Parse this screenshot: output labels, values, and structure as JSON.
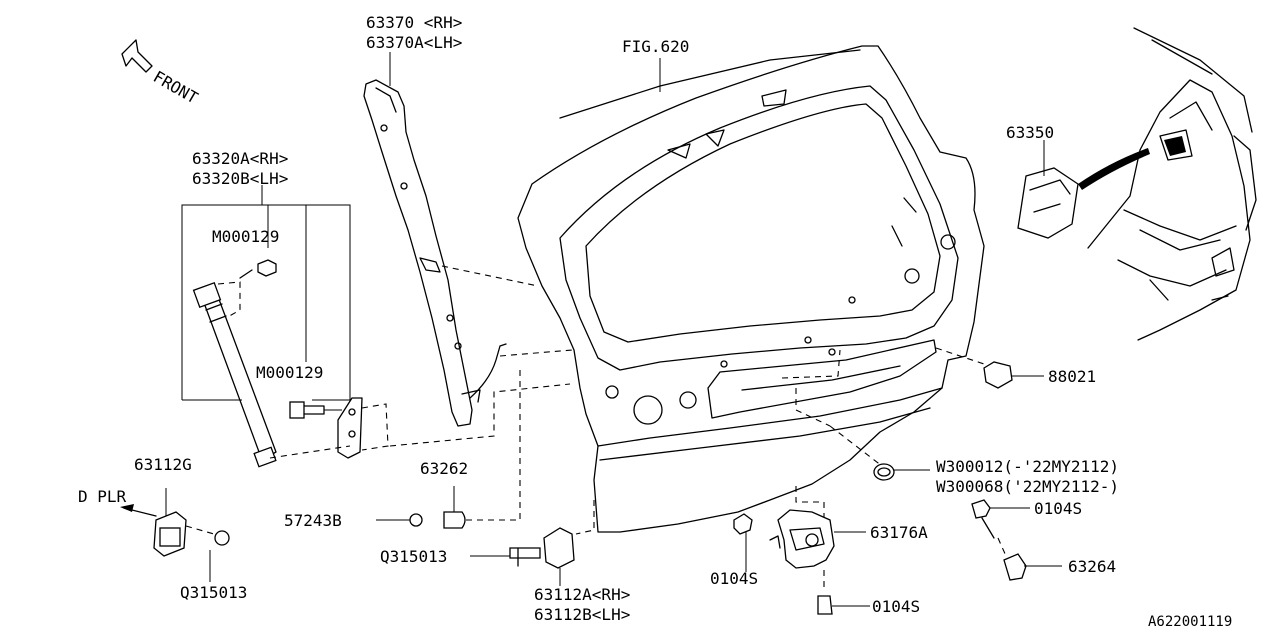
{
  "labels": {
    "front": "FRONT",
    "p63370_rh": "63370 <RH>",
    "p63370a_lh": "63370A<LH>",
    "fig620": "FIG.620",
    "p63320a_rh": "63320A<RH>",
    "p63320b_lh": "63320B<LH>",
    "m000129": "M000129",
    "p63350": "63350",
    "p88021": "88021",
    "w300012": "W300012(-'22MY2112)",
    "w300068": "W300068('22MY2112-)",
    "p0104s": "0104S",
    "p63264": "63264",
    "p63176a": "63176A",
    "p63262": "63262",
    "p57243b": "57243B",
    "q315013": "Q315013",
    "p63112a_rh": "63112A<RH>",
    "p63112b_lh": "63112B<LH>",
    "p63112g": "63112G",
    "d_plr": "D PLR",
    "diagram_id": "A622001119"
  }
}
